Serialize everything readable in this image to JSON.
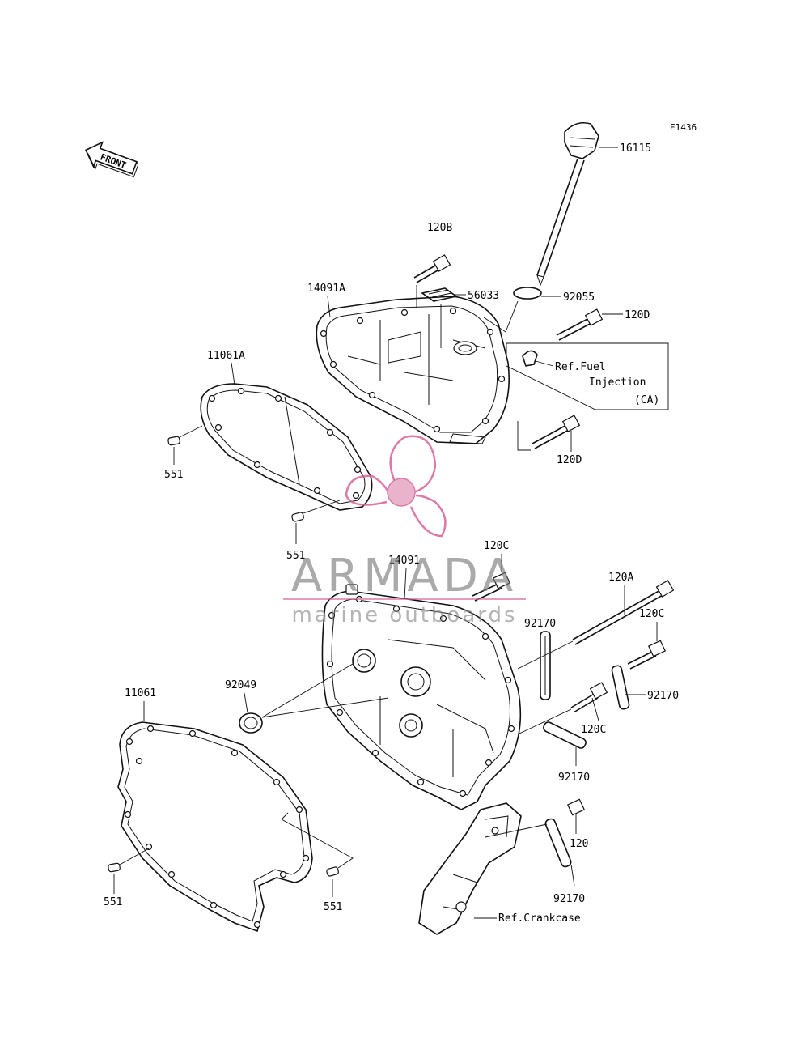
{
  "diagram": {
    "code": "E1436",
    "front_label": "FRONT",
    "labels": {
      "p16115": "16115",
      "p120B": "120B",
      "p56033": "56033",
      "p92055": "92055",
      "p120D_top": "120D",
      "p14091A": "14091A",
      "ref_fuel_1": "Ref.Fuel",
      "ref_fuel_2": "Injection",
      "ref_fuel_3": "(CA)",
      "p11061A": "11061A",
      "p551_a": "551",
      "p120D_bottom": "120D",
      "p551_b": "551",
      "p14091": "14091",
      "p120C_top": "120C",
      "p120A": "120A",
      "p92170_a": "92170",
      "p120C_right": "120C",
      "p92049": "92049",
      "p92170_b": "92170",
      "p11061": "11061",
      "p120C_mid": "120C",
      "p92170_c": "92170",
      "p120": "120",
      "p551_c": "551",
      "p551_d": "551",
      "p92170_d": "92170",
      "ref_crankcase": "Ref.Crankcase"
    }
  },
  "watermark": {
    "brand": "ARMADA",
    "tagline": "marine outboards",
    "color": "#d6649a"
  }
}
